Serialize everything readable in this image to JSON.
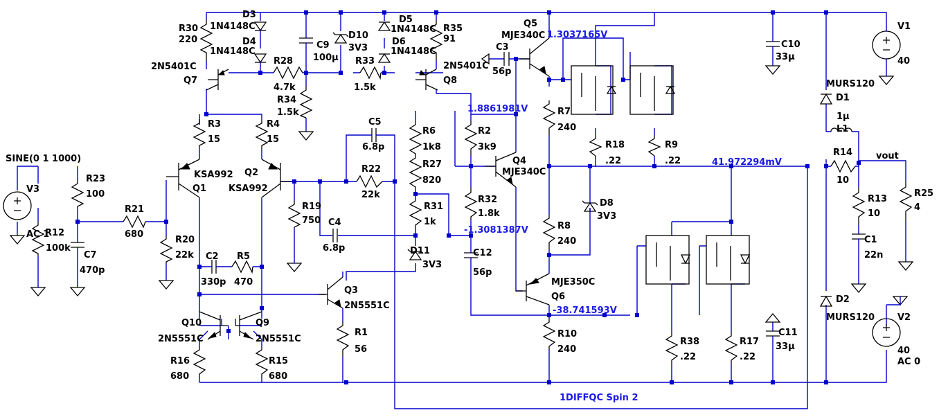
{
  "schematic": {
    "footer_label": "1DIFFQC Spin 2",
    "probes": {
      "q5_emitter": "1.3037165V",
      "q8_collector": "1.8861981V",
      "output_node": "41.972294mV",
      "bias_node": "-1.3081387V",
      "q6_collector": "-38.741593V"
    },
    "source_v3": {
      "name": "V3",
      "value": "SINE(0 1 1000)",
      "type": "AC 1"
    },
    "source_v1": {
      "name": "V1",
      "value": "40"
    },
    "source_v2": {
      "name": "V2",
      "value": "40",
      "type": "AC 0"
    },
    "out_label": "vout",
    "components": {
      "R30": {
        "ref": "R30",
        "val": "220"
      },
      "D3": {
        "ref": "D3",
        "val": "1N4148C"
      },
      "D4": {
        "ref": "D4",
        "val": "1N4148C"
      },
      "R28": {
        "ref": "R28",
        "val": "4.7k"
      },
      "C9": {
        "ref": "C9",
        "val": "100µ"
      },
      "D10": {
        "ref": "D10",
        "val": "3V3"
      },
      "R33": {
        "ref": "R33",
        "val": "1.5k"
      },
      "D5": {
        "ref": "D5",
        "val": "1N4148C"
      },
      "D6": {
        "ref": "D6",
        "val": "1N4148C"
      },
      "R35": {
        "ref": "R35",
        "val": "91"
      },
      "R34": {
        "ref": "R34",
        "val": "1.5k"
      },
      "Q7": {
        "ref": "Q7",
        "val": "2N5401C"
      },
      "Q8": {
        "ref": "Q8",
        "val": "2N5401C"
      },
      "C3": {
        "ref": "C3",
        "val": "56p"
      },
      "Q5": {
        "ref": "Q5",
        "val": "MJE340C"
      },
      "C10": {
        "ref": "C10",
        "val": "33µ"
      },
      "R3": {
        "ref": "R3",
        "val": "15"
      },
      "R4": {
        "ref": "R4",
        "val": "15"
      },
      "C5": {
        "ref": "C5",
        "val": "6.8p"
      },
      "R6": {
        "ref": "R6",
        "val": "1k8"
      },
      "R2": {
        "ref": "R2",
        "val": "3k9"
      },
      "R7": {
        "ref": "R7",
        "val": "240"
      },
      "R18": {
        "ref": "R18",
        "val": ".22"
      },
      "R9": {
        "ref": "R9",
        "val": ".22"
      },
      "D1": {
        "ref": "D1",
        "val": "MURS120"
      },
      "L1": {
        "ref": "L1",
        "val": "1µ"
      },
      "R14": {
        "ref": "R14",
        "val": "10"
      },
      "R23": {
        "ref": "R23",
        "val": "100"
      },
      "Q1": {
        "ref": "Q1",
        "val": "KSA992"
      },
      "Q2": {
        "ref": "Q2",
        "val": "KSA992"
      },
      "R22": {
        "ref": "R22",
        "val": "22k"
      },
      "R27": {
        "ref": "R27",
        "val": "820"
      },
      "Q4": {
        "ref": "Q4",
        "val": "MJE340C"
      },
      "R21": {
        "ref": "R21",
        "val": "680"
      },
      "R19": {
        "ref": "R19",
        "val": "750"
      },
      "R31": {
        "ref": "R31",
        "val": "1k"
      },
      "R32": {
        "ref": "R32",
        "val": "1.8k"
      },
      "D8": {
        "ref": "D8",
        "val": "3V3"
      },
      "R13": {
        "ref": "R13",
        "val": "10"
      },
      "R25": {
        "ref": "R25",
        "val": "4"
      },
      "R12": {
        "ref": "R12",
        "val": "100k"
      },
      "C7": {
        "ref": "C7",
        "val": "470p"
      },
      "R20": {
        "ref": "R20",
        "val": "22k"
      },
      "C4": {
        "ref": "C4",
        "val": "6.8p"
      },
      "R8": {
        "ref": "R8",
        "val": "240"
      },
      "C1": {
        "ref": "C1",
        "val": "22n"
      },
      "C2": {
        "ref": "C2",
        "val": "330p"
      },
      "R5": {
        "ref": "R5",
        "val": "470"
      },
      "D11": {
        "ref": "D11",
        "val": "3V3"
      },
      "C12": {
        "ref": "C12",
        "val": "56p"
      },
      "Q6": {
        "ref": "Q6",
        "val": "MJE350C"
      },
      "Q3": {
        "ref": "Q3",
        "val": "2N5551C"
      },
      "Q10": {
        "ref": "Q10",
        "val": "2N5551C"
      },
      "Q9": {
        "ref": "Q9",
        "val": "2N5551C"
      },
      "R1": {
        "ref": "R1",
        "val": "56"
      },
      "R10": {
        "ref": "R10",
        "val": "240"
      },
      "R38": {
        "ref": "R38",
        "val": ".22"
      },
      "R17": {
        "ref": "R17",
        "val": ".22"
      },
      "C11": {
        "ref": "C11",
        "val": "33µ"
      },
      "D2": {
        "ref": "D2",
        "val": "MURS120"
      },
      "R16": {
        "ref": "R16",
        "val": "680"
      },
      "R15": {
        "ref": "R15",
        "val": "680"
      }
    }
  }
}
